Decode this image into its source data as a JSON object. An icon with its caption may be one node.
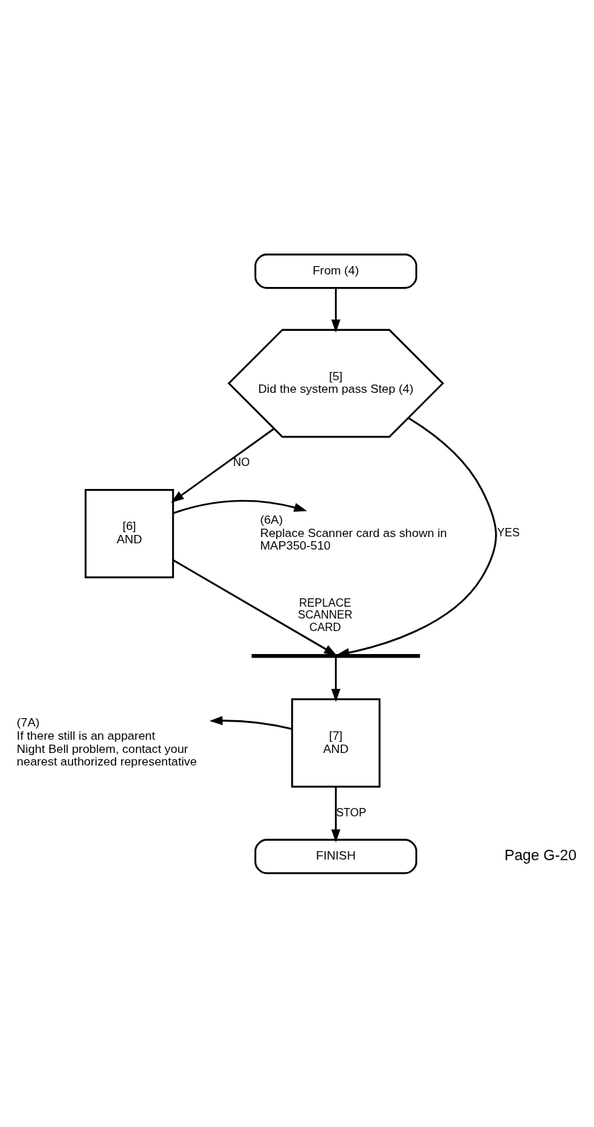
{
  "diagram": {
    "nodes": [
      {
        "text": [
          "From (4)"
        ]
      },
      {
        "text": [
          "[5]",
          "Did the system pass Step (4)"
        ]
      },
      {
        "text": [
          "[6]",
          "AND"
        ]
      },
      {
        "text": [
          "(6A)",
          "Replace Scanner card as shown in MAP350-510"
        ]
      },
      {
        "text": [],
        "shape": "bar"
      },
      {
        "text": [
          "[7]",
          "AND"
        ]
      },
      {
        "text": [
          "(7A)",
          "If there still is an apparent Night Bell problem, contact your nearest authorized representative"
        ]
      },
      {
        "text": [
          "FINISH"
        ]
      }
    ],
    "edges": [
      {
        "from": 0,
        "to": 1,
        "arrow": "to"
      },
      {
        "from": 1,
        "to": 2,
        "arrow": "to",
        "label": "NO"
      },
      {
        "from": 1,
        "to": 4,
        "arrow": "to",
        "label": "YES"
      },
      {
        "from": 2,
        "to": 3,
        "arrow": "to"
      },
      {
        "from": 2,
        "to": 4,
        "arrow": "to",
        "label": "REPLACE SCANNER CARD"
      },
      {
        "from": 4,
        "to": 5,
        "arrow": "to"
      },
      {
        "from": 5,
        "to": 6,
        "arrow": "to"
      },
      {
        "from": 5,
        "to": 7,
        "arrow": "to",
        "label": "STOP"
      }
    ],
    "labels": [
      "Page G-20"
    ]
  }
}
